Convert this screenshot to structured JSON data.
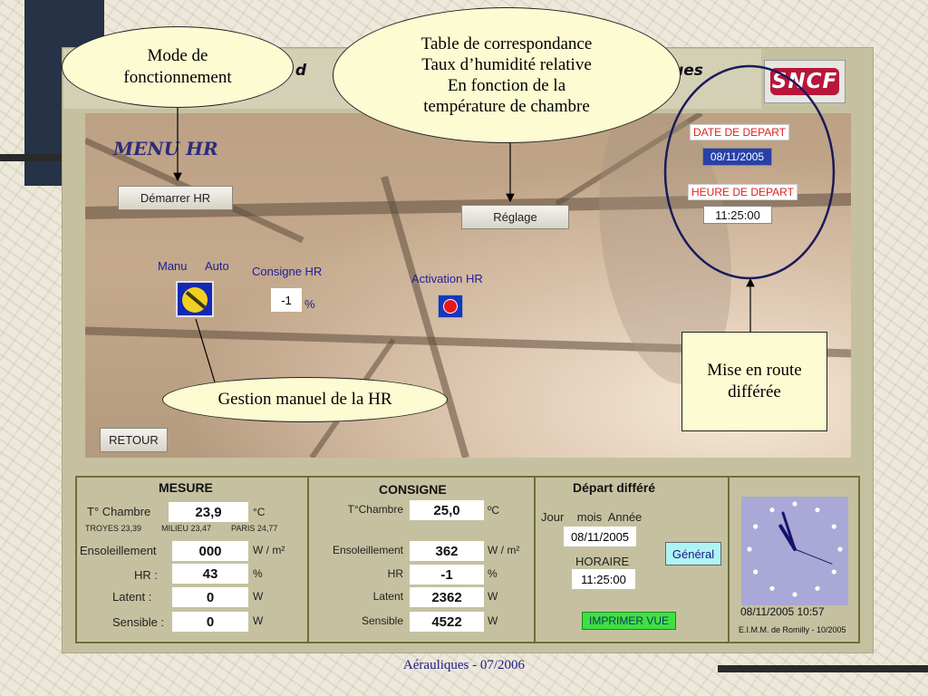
{
  "slide": {
    "footer": "Aérauliques - 07/2006"
  },
  "app": {
    "title_fragment_left": "re d",
    "title_fragment_right": "ques",
    "logo_text": "SNCF",
    "menu_title": "MENU HR",
    "start_button": "Démarrer HR",
    "settings_button": "Réglage",
    "back_button": "RETOUR",
    "manu_label": "Manu",
    "auto_label": "Auto",
    "setpoint_label": "Consigne HR",
    "setpoint_value": "-1",
    "setpoint_unit": "%",
    "activation_label": "Activation HR",
    "departure_date_label": "DATE DE DEPART",
    "departure_date_value": "08/11/2005",
    "departure_time_label": "HEURE DE DEPART",
    "departure_time_value": "11:25:00"
  },
  "callouts": {
    "mode": "Mode de fonctionnement",
    "table": [
      "Table de correspondance",
      "Taux d’humidité relative",
      "En fonction de la",
      "température de chambre"
    ],
    "manual": "Gestion manuel de la HR",
    "delayed": [
      "Mise en route",
      "différée"
    ]
  },
  "mesure": {
    "header": "MESURE",
    "rows": {
      "chambre": {
        "label": "T° Chambre",
        "value": "23,9",
        "unit": "°C"
      },
      "ensoleillement": {
        "label": "Ensoleillement",
        "value": "000",
        "unit": "W / m²"
      },
      "hr": {
        "label": "HR :",
        "value": "43",
        "unit": "%"
      },
      "latent": {
        "label": "Latent :",
        "value": "0",
        "unit": "W"
      },
      "sensible": {
        "label": "Sensible :",
        "value": "0",
        "unit": "W"
      }
    },
    "cities": {
      "troyes": "TROYES 23,39",
      "milieu": "MILIEU 23,47",
      "paris": "PARIS 24,77"
    }
  },
  "consigne": {
    "header": "CONSIGNE",
    "rows": {
      "chambre": {
        "label": "T°Chambre",
        "value": "25,0",
        "unit": "ºC"
      },
      "ensoleillement": {
        "label": "Ensoleillement",
        "value": "362",
        "unit": "W / m²"
      },
      "hr": {
        "label": "HR",
        "value": "-1",
        "unit": "%"
      },
      "latent": {
        "label": "Latent",
        "value": "2362",
        "unit": "W"
      },
      "sensible": {
        "label": "Sensible",
        "value": "4522",
        "unit": "W"
      }
    }
  },
  "depart": {
    "header": "Départ différé",
    "date_labels": "Jour    mois  Année",
    "date_value": "08/11/2005",
    "time_label": "HORAIRE",
    "time_value": "11:25:00",
    "general_button": "Général",
    "print_button": "IMPRIMER VUE"
  },
  "clock": {
    "datetime": "08/11/2005 10:57",
    "credit": "E.I.M.M. de Romilly - 10/2005"
  },
  "colors": {
    "panel": "#c5c1a0",
    "callout_fill": "#fdfbd2",
    "footer_text": "#1c1c8a",
    "date_label_red": "#e02020"
  }
}
